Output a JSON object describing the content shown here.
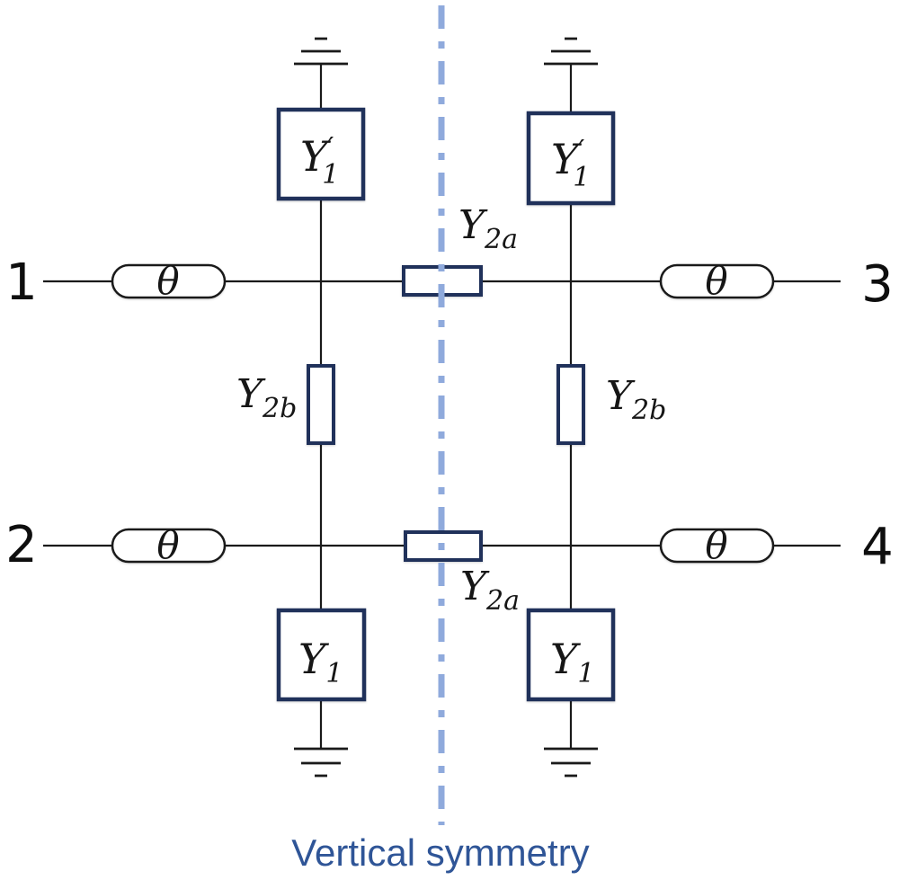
{
  "ports": [
    "1",
    "2",
    "3",
    "4"
  ],
  "elements": {
    "theta": "θ",
    "y1_prime": {
      "base": "Y",
      "prime": "′",
      "sub": "1"
    },
    "y2a": {
      "base": "Y",
      "sub": "2a"
    },
    "y2b": {
      "base": "Y",
      "sub": "2b"
    },
    "y1": {
      "base": "Y",
      "sub": "1"
    }
  },
  "caption": "Vertical symmetry",
  "colors": {
    "wire": "#1a1a1a",
    "component_outline": "#20315a",
    "symmetry_line": "#8faadc",
    "caption_text": "#2f5597"
  }
}
